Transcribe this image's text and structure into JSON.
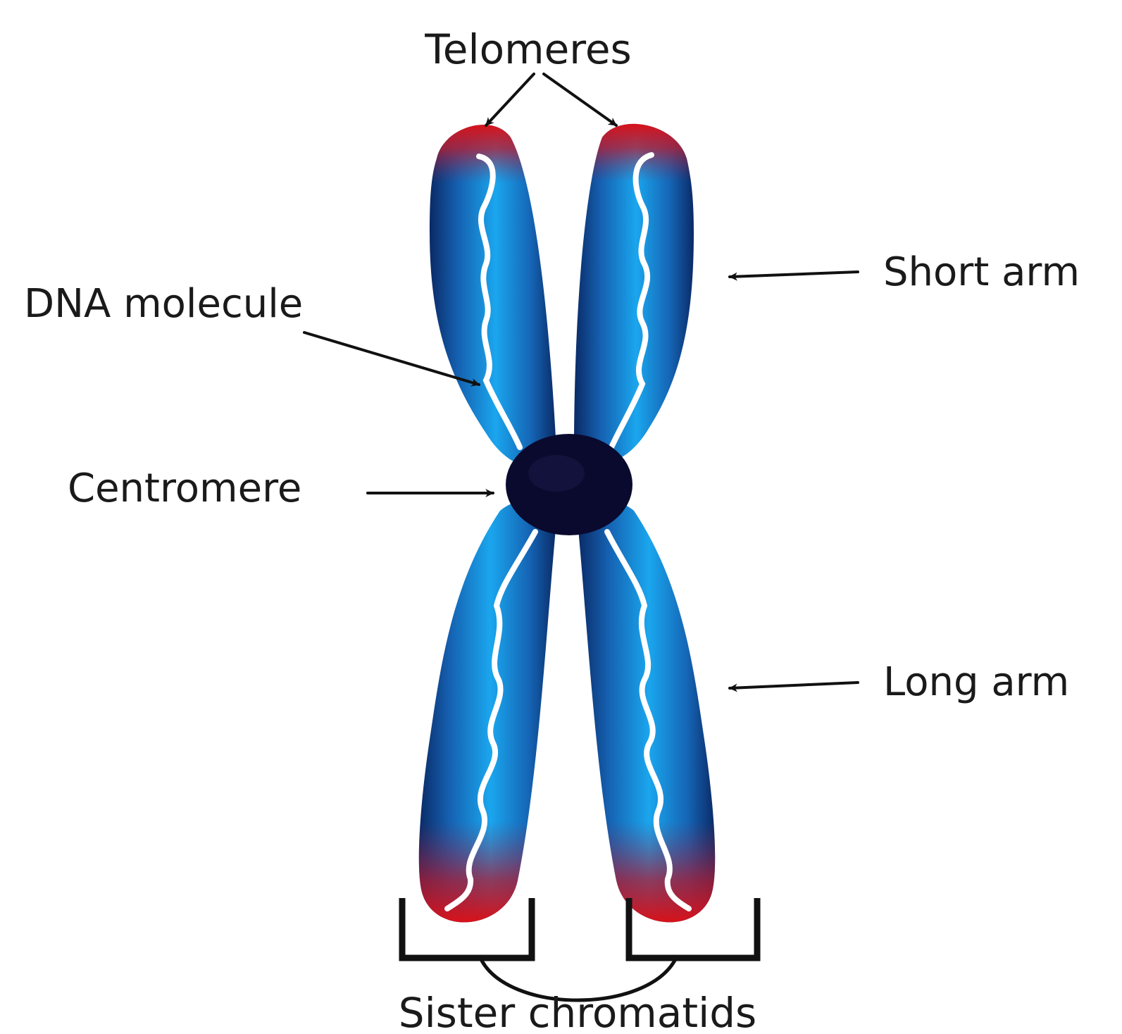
{
  "diagram": {
    "labels": {
      "telomeres": "Telomeres",
      "short_arm": "Short arm",
      "dna_molecule": "DNA molecule",
      "centromere": "Centromere",
      "long_arm": "Long arm",
      "sister_chromatids": "Sister chromatids"
    },
    "colors": {
      "chromatid_light": "#1aa6ee",
      "chromatid_dark": "#0a2a66",
      "telomere": "#d8121a",
      "centromere": "#0a0a2e",
      "dna_strand": "#ffffff",
      "pointer": "#111111"
    }
  }
}
